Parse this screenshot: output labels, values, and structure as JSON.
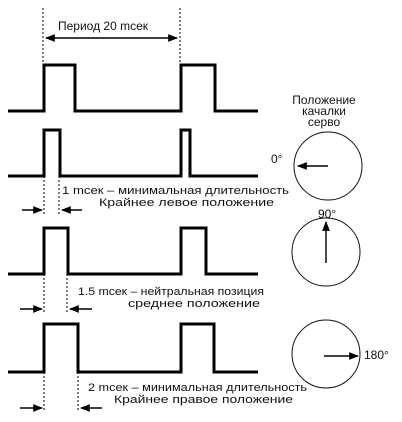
{
  "period_label": "Период 20 mсек",
  "servo_title": [
    "Положение",
    "качалки",
    "серво"
  ],
  "pulses": [
    {
      "width_ms": 1,
      "caption_line1": "1 mсек – минимальная длительность",
      "caption_line2": "Крайнее левое положение",
      "angle_label": "0°",
      "arm_angle_deg": 0
    },
    {
      "width_ms": 1.5,
      "caption_line1": "1.5 mсек – нейтральная позиция",
      "caption_line2": "среднее положение",
      "angle_label": "90°",
      "arm_angle_deg": 90
    },
    {
      "width_ms": 2,
      "caption_line1": "2 mсек – минимальная длительность",
      "caption_line2": "Крайнее правое положение",
      "angle_label": "180°",
      "arm_angle_deg": 180
    }
  ],
  "colors": {
    "line": "#000000",
    "background": "#ffffff"
  }
}
